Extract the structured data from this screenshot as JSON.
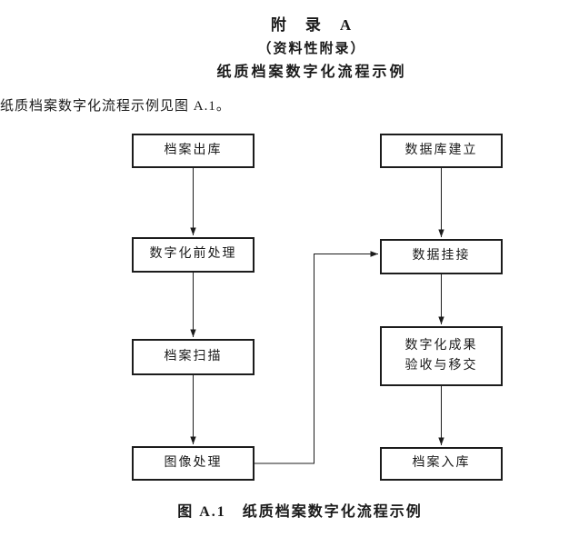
{
  "page": {
    "appendix_title": "附　录　A",
    "appendix_subtitle": "（资料性附录）",
    "appendix_heading": "纸质档案数字化流程示例",
    "intro_text": "纸质档案数字化流程示例见图 A.1。",
    "figure_caption": "图 A.1　纸质档案数字化流程示例"
  },
  "diagram": {
    "type": "flowchart",
    "left_column": [
      {
        "label": "档案出库"
      },
      {
        "label": "数字化前处理"
      },
      {
        "label": "档案扫描"
      },
      {
        "label": "图像处理"
      }
    ],
    "right_column": [
      {
        "label": "数据库建立"
      },
      {
        "label": "数据挂接"
      },
      {
        "label": "数字化成果\n验收与移交"
      },
      {
        "label": "档案入库"
      }
    ],
    "edges": [
      {
        "from": "档案出库",
        "to": "数字化前处理"
      },
      {
        "from": "数字化前处理",
        "to": "档案扫描"
      },
      {
        "from": "档案扫描",
        "to": "图像处理"
      },
      {
        "from": "图像处理",
        "to": "数据挂接"
      },
      {
        "from": "数据库建立",
        "to": "数据挂接"
      },
      {
        "from": "数据挂接",
        "to": "数字化成果验收与移交"
      },
      {
        "from": "数字化成果验收与移交",
        "to": "档案入库"
      }
    ],
    "colors": {
      "background": "#ffffff",
      "line": "#1c1c1c",
      "box_border": "#1c1c1c",
      "text": "#1a1a1a"
    }
  }
}
